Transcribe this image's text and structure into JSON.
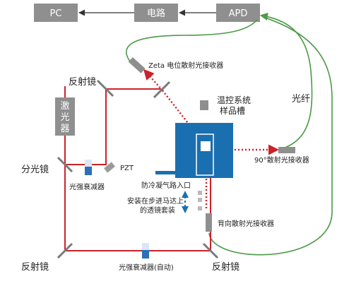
{
  "blocks": {
    "pc": "PC",
    "circuit": "电路",
    "apd": "APD",
    "laser": [
      "激",
      "光",
      "器"
    ]
  },
  "labels": {
    "zeta_receiver": "Zeta 电位散射光接收器",
    "mirror_top": "反射镜",
    "temp_system_line1": "温控系统",
    "temp_system_line2": "样品槽",
    "fiber": "光纤",
    "beam_splitter": "分光镜",
    "pzt": "PZT",
    "attenuator": "光强衰减器",
    "condensation_inlet": "防冷凝气路入口",
    "scatter_90_receiver": "90°散射光接收器",
    "lens_note_line1": "安装在步进马达上",
    "lens_note_line2": "的透镜套装",
    "back_scatter_receiver": "背向散射光接收器",
    "mirror_bottom_left": "反射镜",
    "attenuator_auto": "光强衰减器(自动)",
    "mirror_bottom_right": "反射镜"
  },
  "colors": {
    "gray_block": "#8f8f8f",
    "laser_path": "#cc2229",
    "fiber": "#4c9a46",
    "cell_blue": "#1a6fb0",
    "arrow": "#333333"
  }
}
